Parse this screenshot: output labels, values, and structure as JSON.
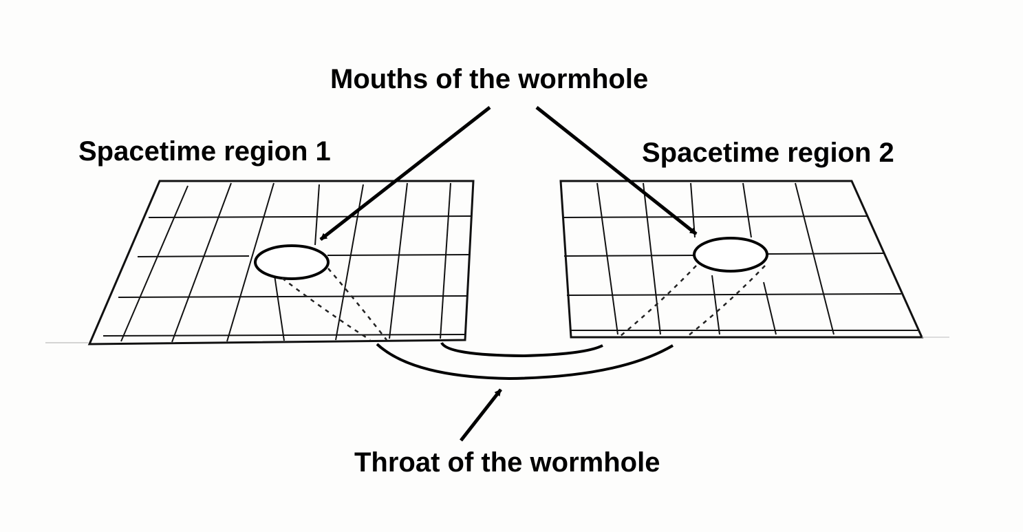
{
  "labels": {
    "mouths": "Mouths of the wormhole",
    "region_1": "Spacetime region 1",
    "region_2": "Spacetime region 2",
    "throat": "Throat of the wormhole"
  },
  "colors": {
    "ink": "#000000",
    "paper": "#fdfdfc"
  }
}
